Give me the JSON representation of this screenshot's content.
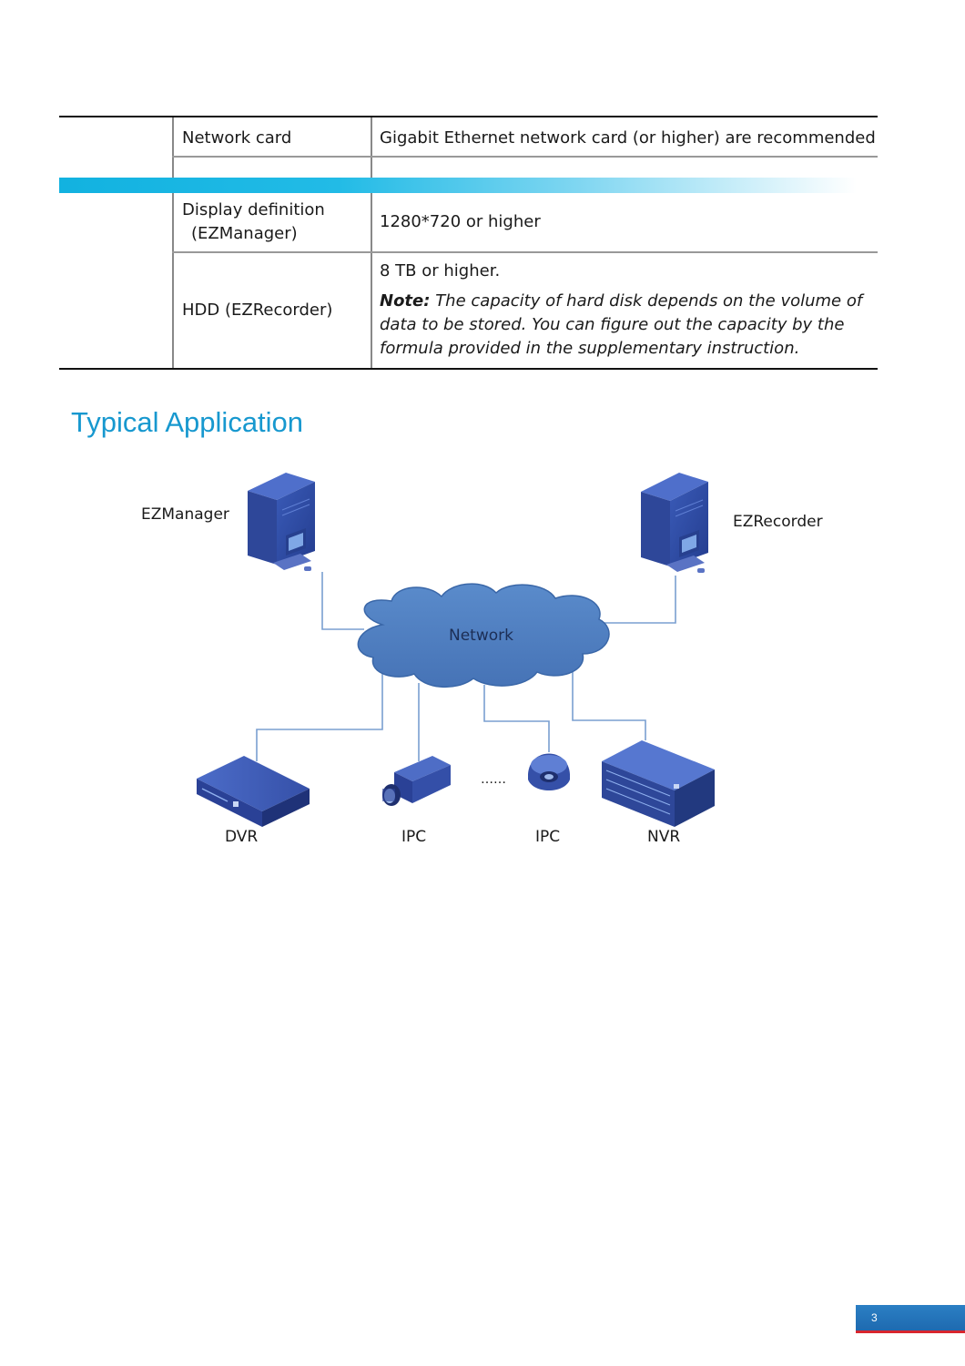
{
  "spec_table": {
    "rows": [
      {
        "label": "Network card",
        "value": "Gigabit Ethernet network card (or higher) are recommended"
      },
      {
        "label_line1": "Display definition",
        "label_line2": "(EZManager)",
        "value": "1280*720 or higher"
      },
      {
        "label": "HDD (EZRecorder)",
        "value": "8 TB or higher.",
        "note_prefix": "Note:",
        "note_text": "The capacity of hard disk depends on the volume of data to be stored. You can figure out the capacity by the formula provided in the supplementary instruction."
      }
    ]
  },
  "section": {
    "title": "Typical Application"
  },
  "diagram": {
    "ezmanager_label": "EZManager",
    "ezrecorder_label": "EZRecorder",
    "network_label": "Network",
    "dvr_label": "DVR",
    "ipc1_label": "IPC",
    "ipc2_label": "IPC",
    "nvr_label": "NVR",
    "ellipsis": "……",
    "colors": {
      "cloud": "#4f7fc1",
      "device": "#3b4ea8",
      "line": "#7a9fd0"
    }
  },
  "footer": {
    "page_number": "3",
    "colors": {
      "bar": "#1e6ab0",
      "accent": "#d8262e"
    }
  }
}
